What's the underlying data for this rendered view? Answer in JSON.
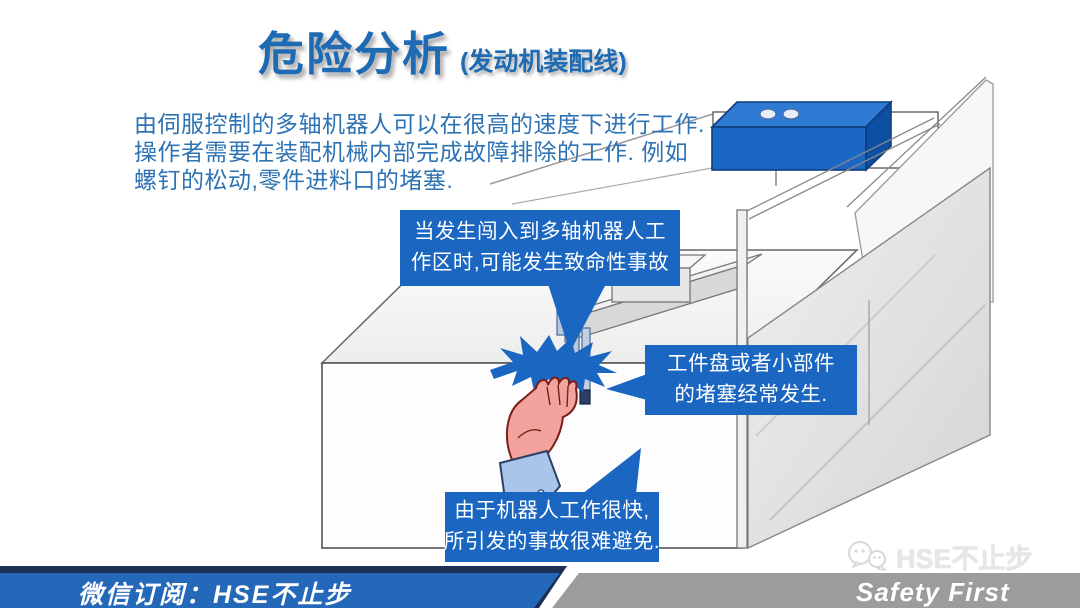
{
  "slide": {
    "title": "危险分析",
    "title_suffix": "(发动机装配线)",
    "description_lines": [
      "由伺服控制的多轴机器人可以在很高的速度下进行工作.",
      "操作者需要在装配机械内部完成故障排除的工作. 例如",
      "螺钉的松动,零件进料口的堵塞."
    ]
  },
  "callouts": {
    "robot_zone": {
      "lines": [
        "当发生闯入到多轴机器人工",
        "作区时,可能发生致命性事故"
      ]
    },
    "jam": {
      "lines": [
        "工件盘或者小部件",
        "的堵塞经常发生."
      ]
    },
    "fast_robot": {
      "lines": [
        "由于机器人工作很快,",
        "所引发的事故很难避免."
      ]
    }
  },
  "footer": {
    "left": "微信订阅：HSE不止步",
    "right": "Safety First"
  },
  "watermark": {
    "text": "HSE不止步"
  },
  "icons": {
    "wechat_logo": "wechat-chat-bubbles",
    "control_box": "robot-control-box",
    "burst": "collision-starburst",
    "hand": "worker-hand"
  },
  "colors": {
    "title_blue": "#1e6bb4",
    "body_blue": "#2e73b4",
    "callout_blue": "#1a66c1",
    "bar_blue": "#2468b9",
    "bar_navy": "#1c2f54",
    "bar_gray": "#9c9c9c",
    "machine_blue": "#1a67c4",
    "starburst_blue": "#1b66c0",
    "hand_pink": "#f2a39e",
    "cuff_blue": "#a9c6ea"
  }
}
